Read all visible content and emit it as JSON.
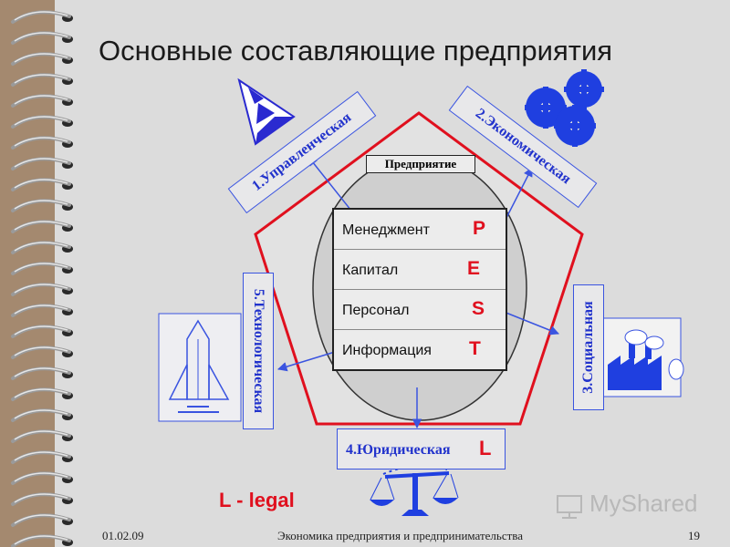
{
  "slide": {
    "title": "Основные составляющие предприятия",
    "enterprise_label": "Предприятие",
    "rows": [
      {
        "label": "Менеджмент",
        "letter": "P"
      },
      {
        "label": "Капитал",
        "letter": "E"
      },
      {
        "label": "Персонал",
        "letter": "S"
      },
      {
        "label": "Информация",
        "letter": "T"
      }
    ],
    "components": {
      "management": "1.Управленческая",
      "economic": "2.Экономическая",
      "social": "3.Социальная",
      "legal": "4.Юридическая",
      "legal_letter": "L",
      "technological": "5.Технологическая"
    },
    "legal_note": "L - legal",
    "footer": {
      "date": "01.02.09",
      "course": "Экономика предприятия и предпринимательства",
      "page": "19"
    },
    "watermark": "MyShared",
    "colors": {
      "red": "#e0101e",
      "blue": "#2233cc",
      "pentagon": "#e0101e"
    }
  }
}
